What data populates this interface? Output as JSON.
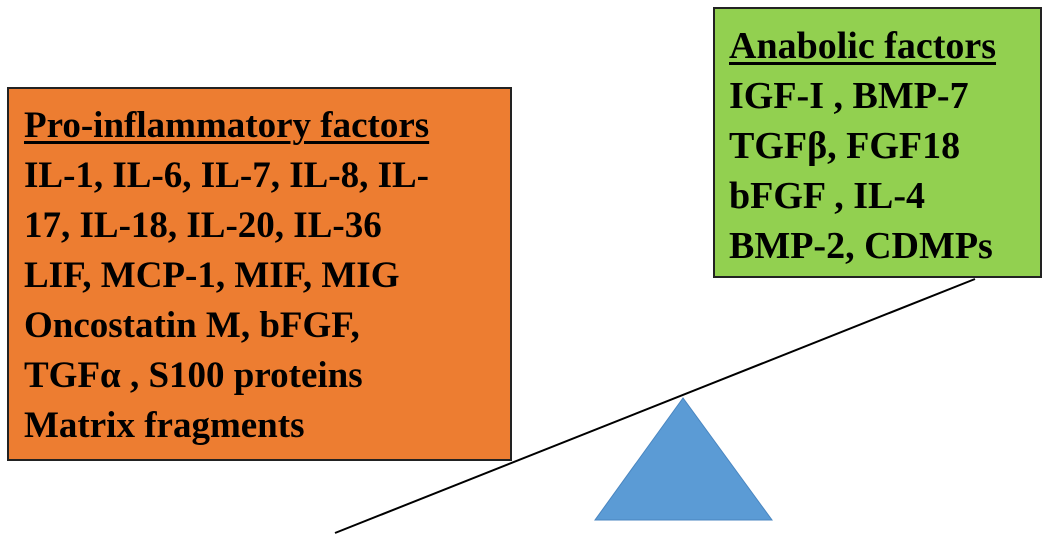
{
  "pro_inflammatory": {
    "title": "Pro-inflammatory factors",
    "lines": [
      "IL-1, IL-6, IL-7, IL-8, IL-",
      "17, IL-18, IL-20, IL-36",
      "LIF, MCP-1, MIF, MIG",
      "Oncostatin M, bFGF,",
      "TGFα , S100 proteins",
      "Matrix fragments"
    ],
    "color": "#ed7d31"
  },
  "anabolic": {
    "title": "Anabolic factors",
    "lines": [
      "IGF-I , BMP-7",
      "TGFβ, FGF18",
      "bFGF , IL-4",
      "BMP-2, CDMPs"
    ],
    "color": "#92d050"
  },
  "fulcrum_color": "#5b9bd5"
}
